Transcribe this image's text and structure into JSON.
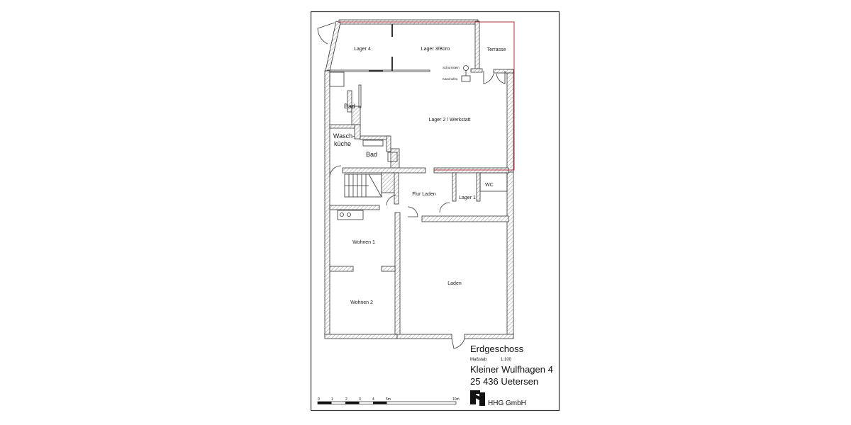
{
  "plan": {
    "rooms": {
      "lager4": "Lager 4",
      "lager3": "Lager 3/Büro",
      "terrasse": "Terrasse",
      "schornstein": "Schornstein",
      "kaminofen": "Kaminofen",
      "bad_upper": "Bad",
      "lager2": "Lager 2 / Werkstatt",
      "waschkueche_1": "Wasch-",
      "waschkueche_2": "küche",
      "bad_lower": "Bad",
      "flur_laden": "Flur Laden",
      "lager1": "Lager 1",
      "wc": "WC",
      "wohnen1": "Wohnen 1",
      "wohnen2": "Wohnen 2",
      "laden": "Laden"
    }
  },
  "title_block": {
    "floor": "Erdgeschoss",
    "scale_label": "Maßstab",
    "scale_value": "1:100",
    "address_line1": "Kleiner Wulfhagen 4",
    "address_line2": "25 436 Uetersen",
    "company": "HHG GmbH"
  },
  "scale_bar": {
    "ticks": [
      "0",
      "1",
      "2",
      "3",
      "4",
      "5m",
      "10m"
    ]
  },
  "colors": {
    "outline_marking": "#b03040",
    "walls": "#333333"
  }
}
